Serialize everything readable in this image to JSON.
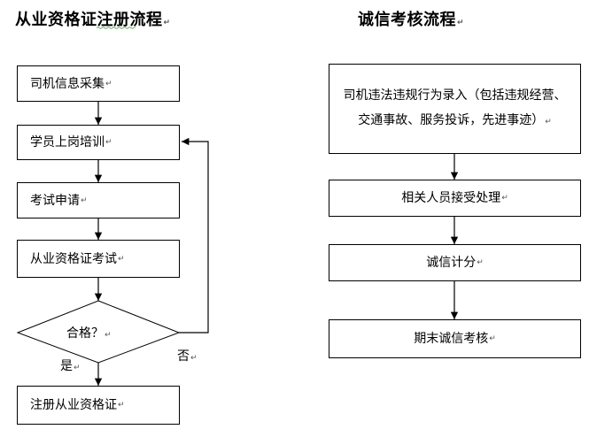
{
  "left_flow": {
    "title": "从业资格证注册流程",
    "steps": [
      "司机信息采集",
      "学员上岗培训",
      "考试申请",
      "从业资格证考试"
    ],
    "decision": "合格？",
    "yes_label": "是",
    "no_label": "否",
    "final_step": "注册从业资格证"
  },
  "right_flow": {
    "title": "诚信考核流程",
    "steps": [
      "司机违法违规行为录入（包括违规经营、交通事故、服务投诉，先进事迹）",
      "相关人员接受处理",
      "诚信计分",
      "期末诚信考核"
    ]
  },
  "paragraph_mark": "↵",
  "colors": {
    "line": "#000000",
    "spellcheck_underline": "#3a8a3a"
  }
}
